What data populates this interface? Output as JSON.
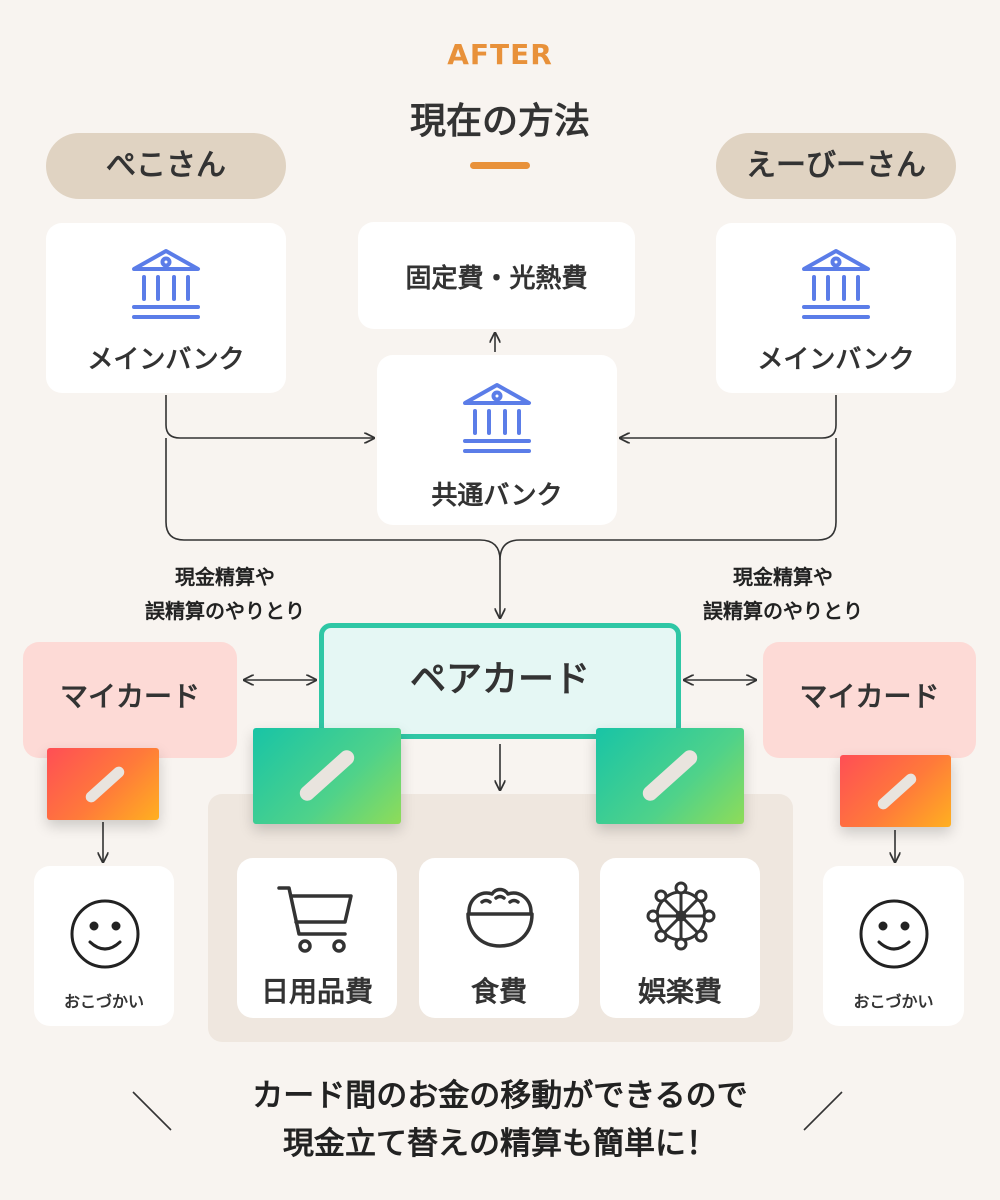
{
  "header": {
    "eyebrow": "AFTER",
    "title": "現在の方法"
  },
  "people": {
    "left": "ぺこさん",
    "right": "えーびーさん"
  },
  "banks": {
    "left_main": "メインバンク",
    "right_main": "メインバンク",
    "shared": "共通バンク"
  },
  "fixed_costs": "固定費・光熱費",
  "notes": {
    "left_line1": "現金精算や",
    "left_line2": "誤精算のやりとり",
    "right_line1": "現金精算や",
    "right_line2": "誤精算のやりとり"
  },
  "cards": {
    "pair": "ペアカード",
    "left_my": "マイカード",
    "right_my": "マイカード"
  },
  "categories": [
    {
      "label": "日用品費",
      "icon": "shopping-cart-icon"
    },
    {
      "label": "食費",
      "icon": "rice-bowl-icon"
    },
    {
      "label": "娯楽費",
      "icon": "ferris-wheel-icon"
    }
  ],
  "allowance": {
    "left": "おこづかい",
    "right": "おこづかい",
    "icon": "smiley-face-icon"
  },
  "footer": {
    "line1": "カード間のお金の移動ができるので",
    "line2": "現金立て替えの精算も簡単に！"
  },
  "colors": {
    "accent": "#e8913a",
    "pair_border": "#2fc7a5",
    "bank_icon": "#5b7de8",
    "mycard_bg": "#fddad6"
  }
}
